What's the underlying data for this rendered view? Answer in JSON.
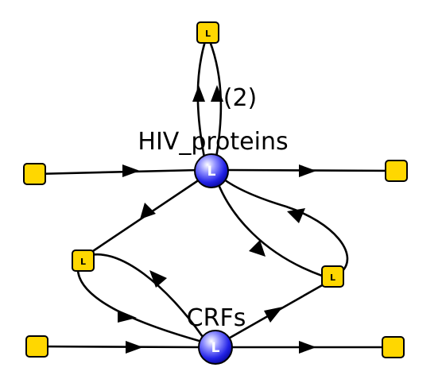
{
  "diagram": {
    "nodes": {
      "hiv_proteins": {
        "label": "HIV_proteins",
        "symbol": "L"
      },
      "crfs": {
        "label": "CRFs",
        "symbol": "L"
      }
    },
    "loop_count_label": "(2)",
    "small_node_symbol": "L",
    "colors": {
      "small_node_fill": "#ffd700",
      "main_node_fill": "#2f2ff0",
      "edge": "#000000"
    }
  }
}
